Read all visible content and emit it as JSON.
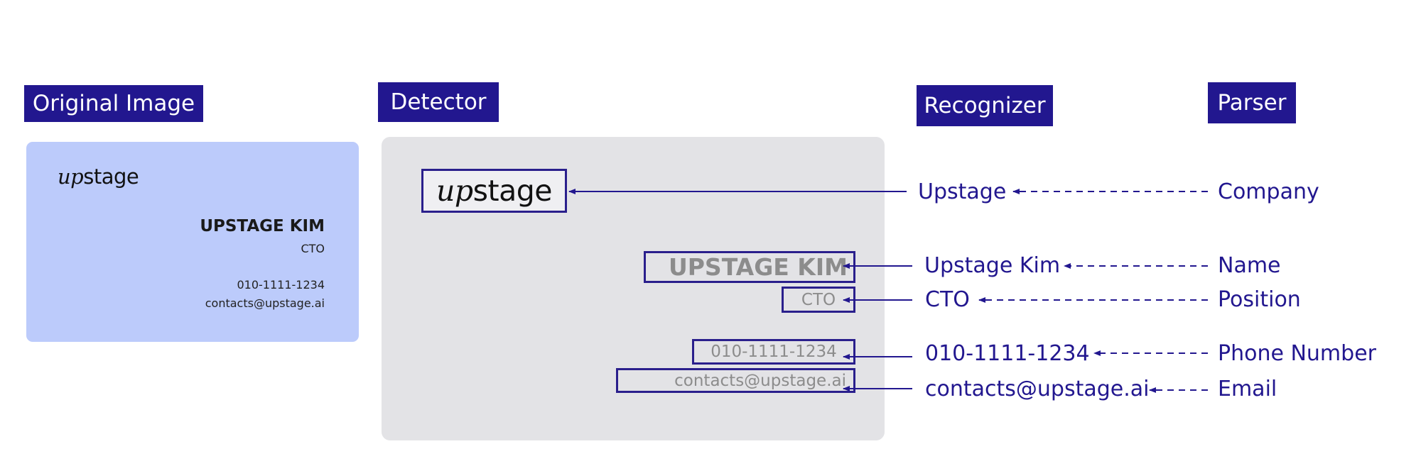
{
  "stages": {
    "original": "Original Image",
    "detector": "Detector",
    "recognizer": "Recognizer",
    "parser": "Parser"
  },
  "card": {
    "logo_prefix": "up",
    "logo_suffix": "stage",
    "name": "UPSTAGE KIM",
    "position": "CTO",
    "phone": "010-1111-1234",
    "email": "contacts@upstage.ai"
  },
  "recognized": {
    "company": "Upstage",
    "name": "Upstage Kim",
    "position": "CTO",
    "phone": "010-1111-1234",
    "email": "contacts@upstage.ai"
  },
  "parsed": {
    "company": "Company",
    "name": "Name",
    "position": "Position",
    "phone": "Phone Number",
    "email": "Email"
  },
  "colors": {
    "accent": "#22178f",
    "card_blue": "#bccbfb",
    "card_gray": "#e3e3e6",
    "detected_text": "#8c8c8c"
  }
}
